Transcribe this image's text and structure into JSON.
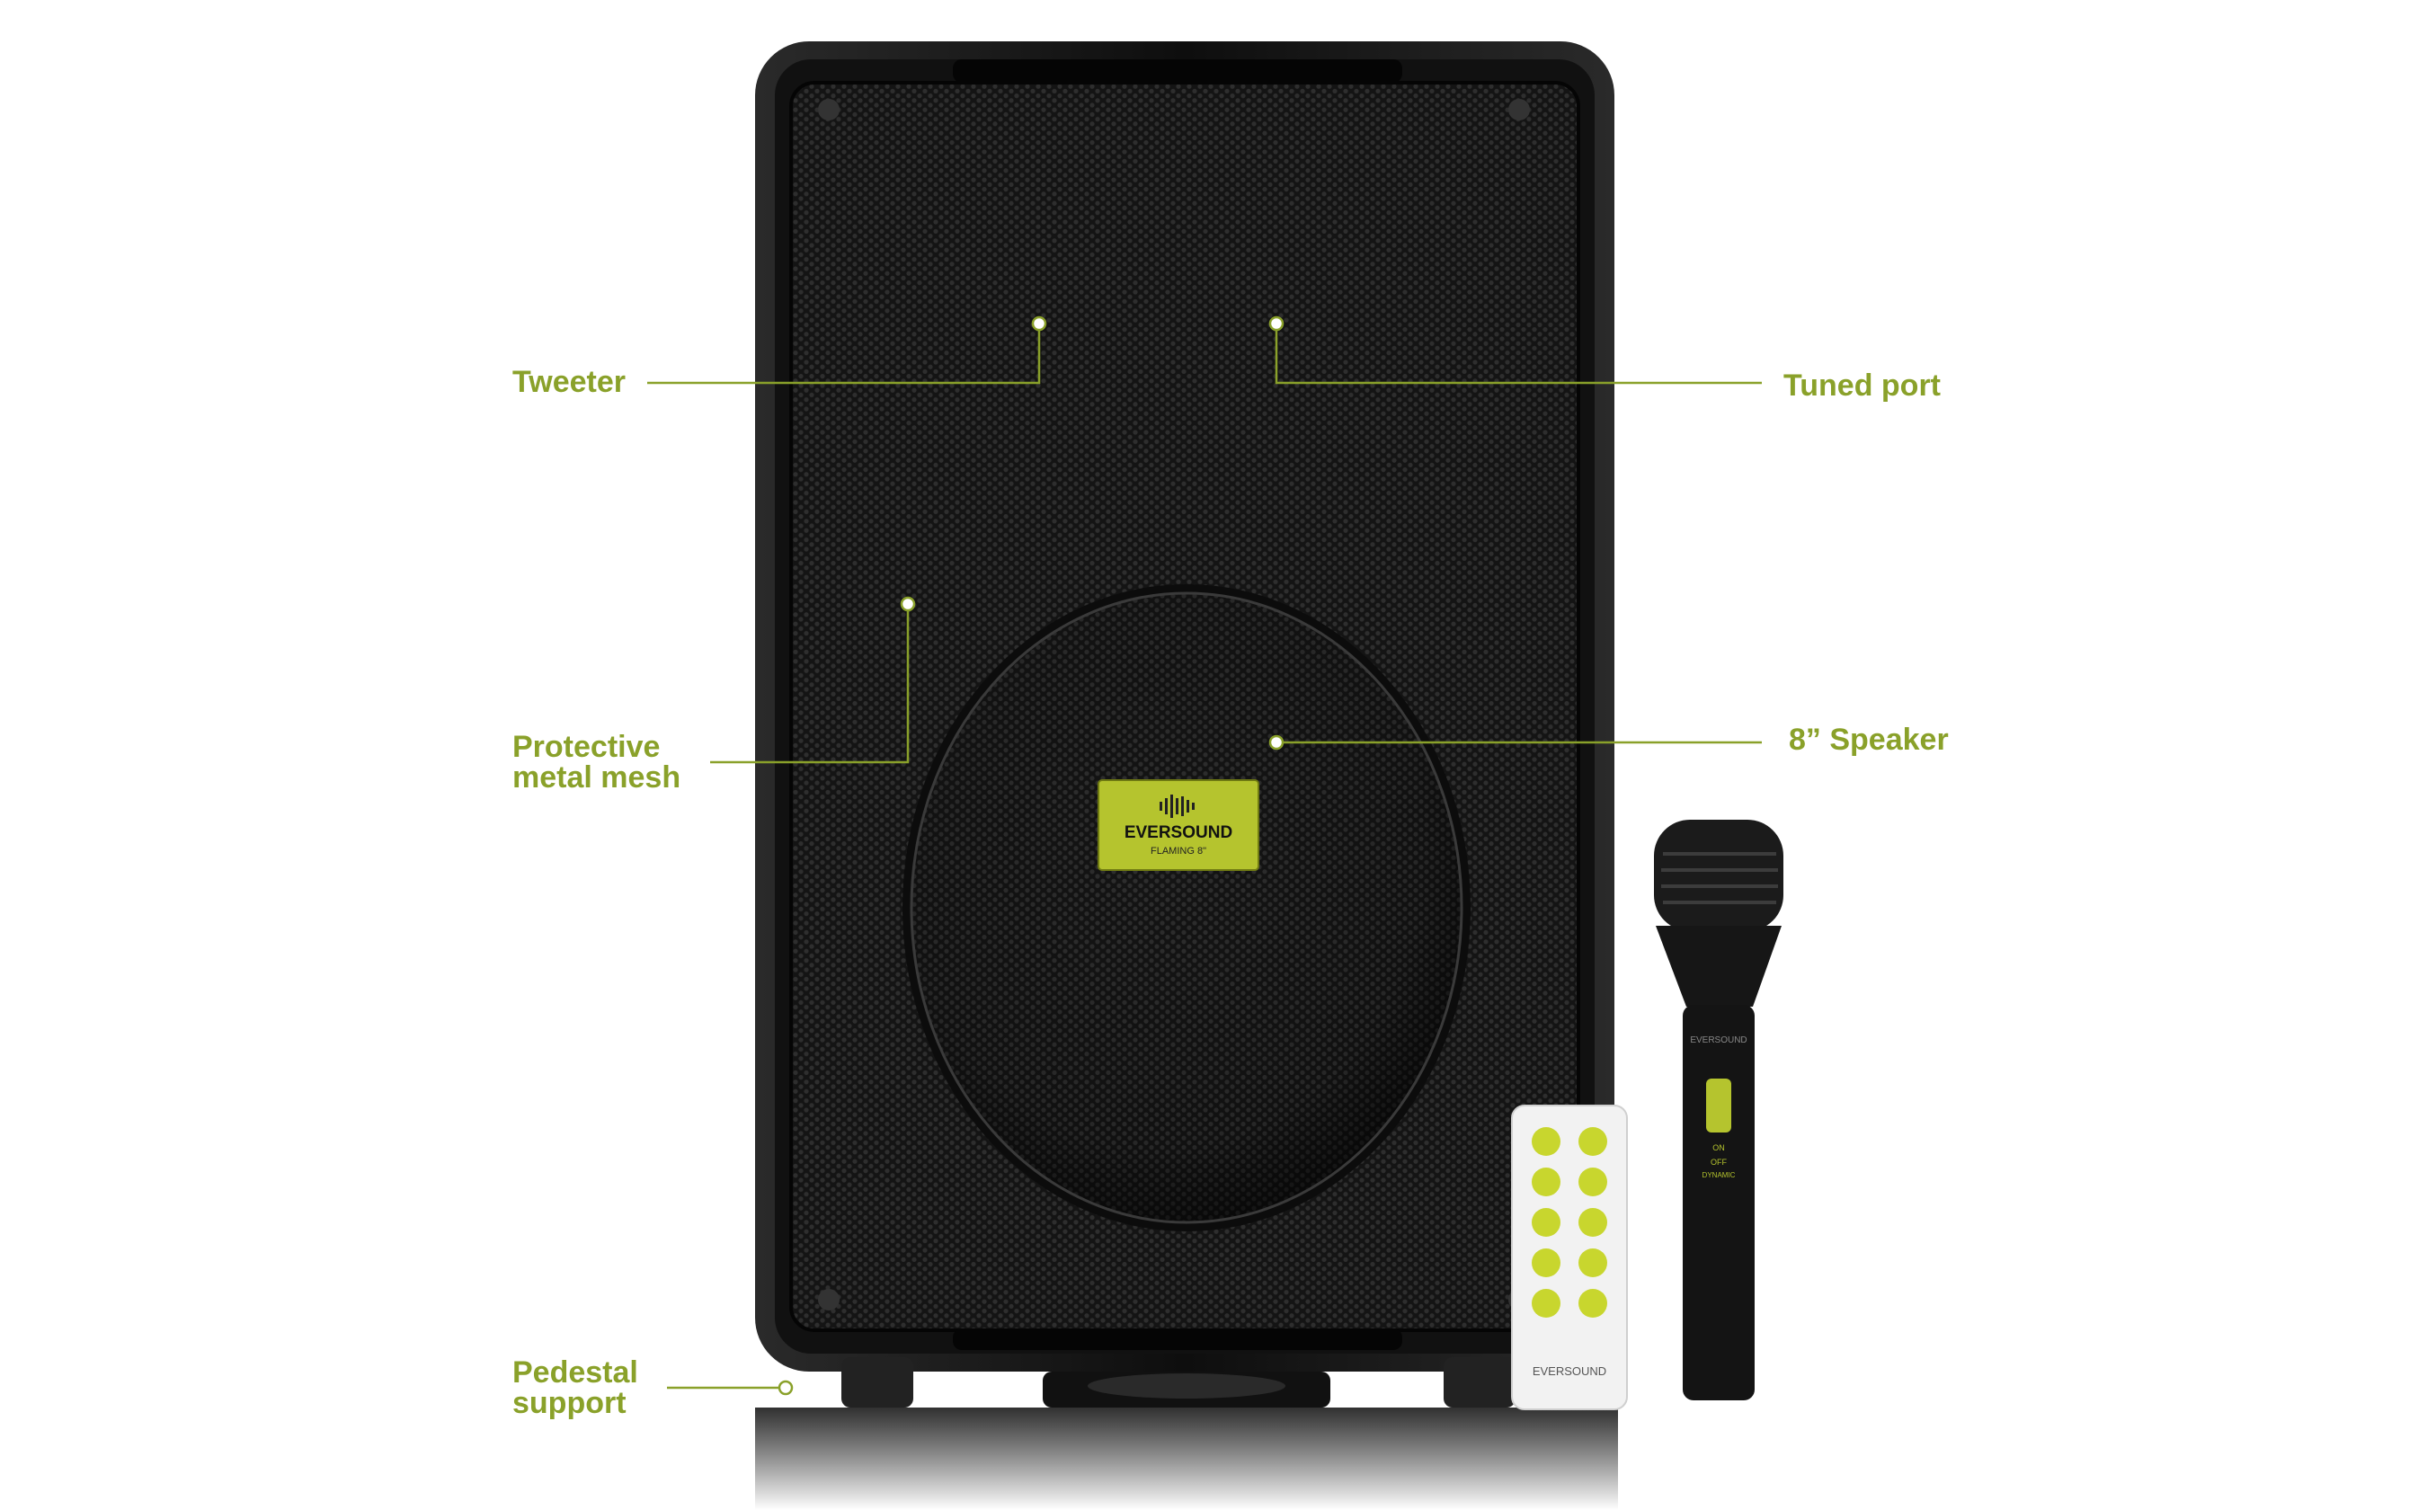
{
  "product": {
    "brand": "EVERSOUND",
    "model": "FLAMING 8\"",
    "accent_color": "#b5c42e",
    "callout_color": "#8aa12a",
    "body_color": "#1a1a1a"
  },
  "callouts": {
    "tweeter": "Tweeter",
    "tuned_port": "Tuned port",
    "mesh_line1": "Protective",
    "mesh_line2": "metal mesh",
    "speaker": "8” Speaker",
    "pedestal_line1": "Pedestal",
    "pedestal_line2": "support"
  },
  "remote": {
    "brand": "EVERSOUND",
    "buttons": [
      "power-icon",
      "mode-icon",
      "prev-icon",
      "mute-icon",
      "play-icon",
      "next-icon",
      "vol-down-icon",
      "vol-up-icon",
      "repeat-icon",
      "eq-icon"
    ]
  },
  "microphone": {
    "brand": "EVERSOUND",
    "switch_on": "ON",
    "switch_off": "OFF",
    "type": "DYNAMIC"
  }
}
